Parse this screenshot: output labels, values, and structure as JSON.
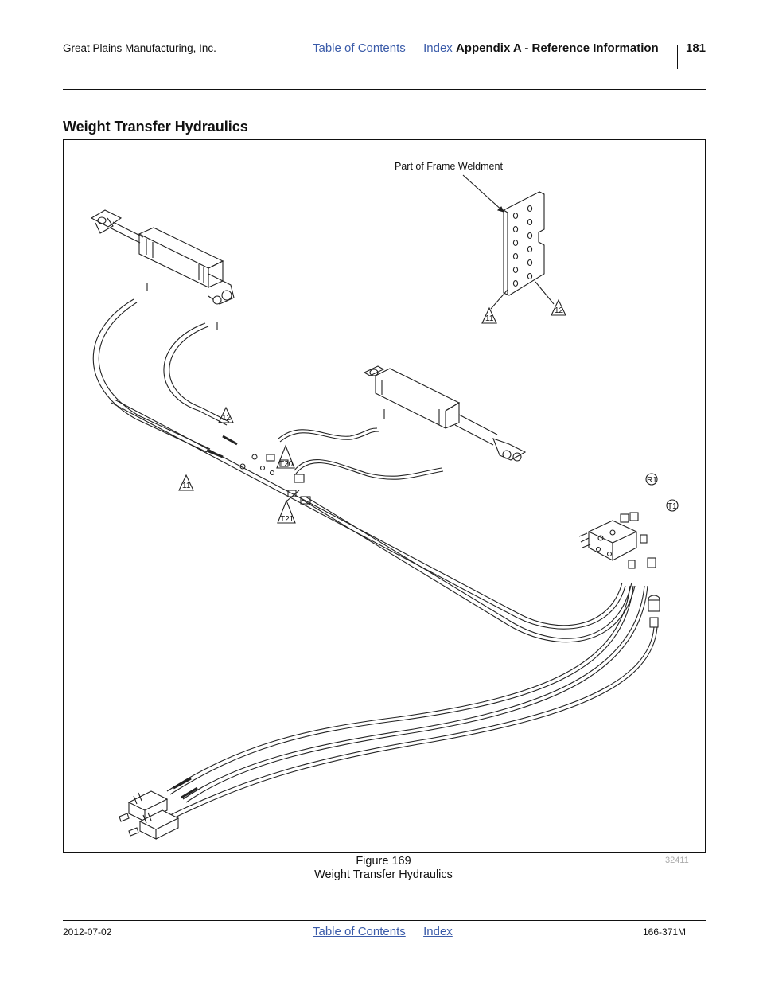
{
  "header": {
    "company": "Great Plains Manufacturing, Inc.",
    "toc_link": "Table of Contents",
    "index_link": "Index",
    "section": "Appendix A - Reference Information",
    "page_number": "181"
  },
  "section_title": "Weight Transfer Hydraulics",
  "figure": {
    "annotation_frame": "Part of Frame Weldment",
    "callouts": {
      "c11_top": "11",
      "c12_top": "12",
      "c12_mid": "12",
      "c11_mid": "11",
      "t20": "T20",
      "t21": "T21",
      "r1": "R1",
      "t1": "T1"
    },
    "drawing_id": "32411",
    "number": "Figure 169",
    "caption": "Weight Transfer Hydraulics"
  },
  "footer": {
    "date": "2012-07-02",
    "toc_link": "Table of Contents",
    "index_link": "Index",
    "doc_number": "166-371M"
  }
}
